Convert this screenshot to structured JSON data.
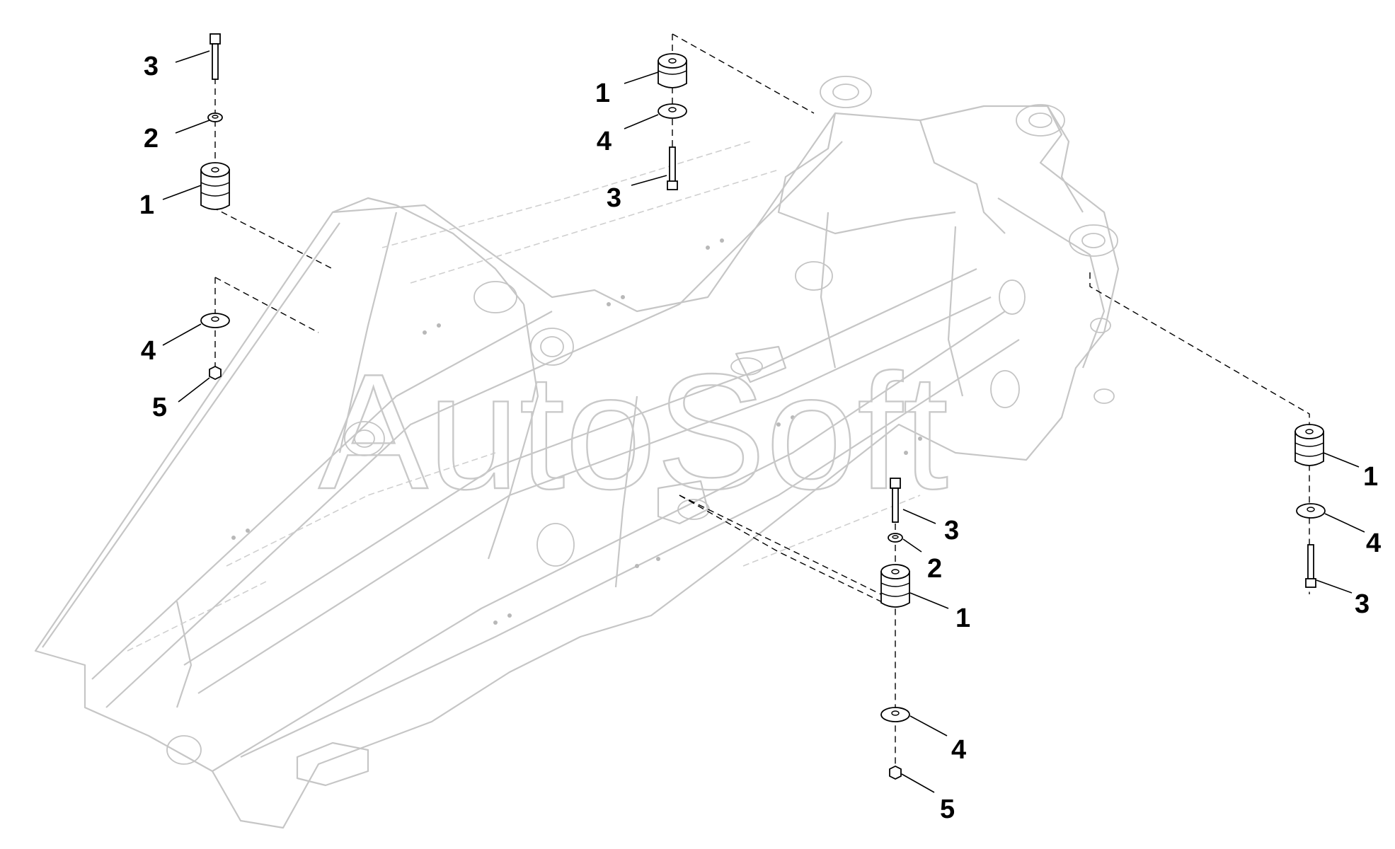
{
  "watermark": "AutoSoft",
  "callouts": {
    "group_a": {
      "bolt": "3",
      "washer": "2",
      "mount": "1",
      "plate": "4",
      "nut": "5"
    },
    "group_b": {
      "mount": "1",
      "plate": "4",
      "bolt": "3"
    },
    "group_c": {
      "bolt": "3",
      "washer": "2",
      "mount": "1",
      "plate": "4",
      "nut": "5"
    },
    "group_d": {
      "mount": "1",
      "plate": "4",
      "bolt": "3"
    }
  }
}
